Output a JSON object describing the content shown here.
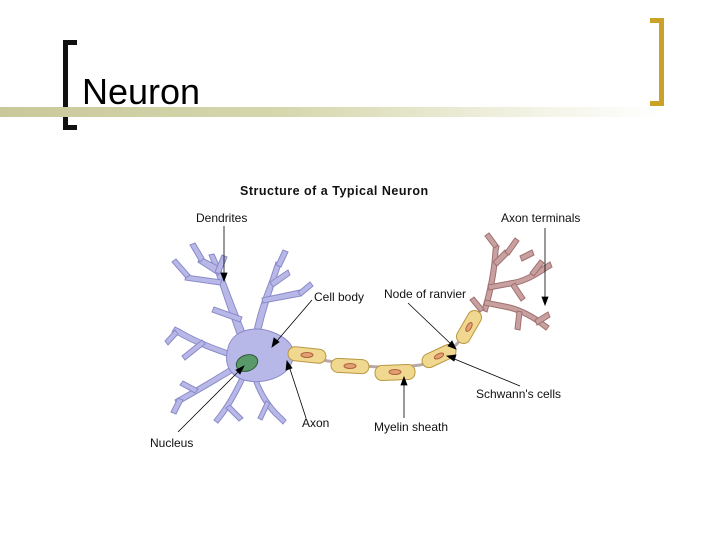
{
  "slide": {
    "title": "Neuron"
  },
  "diagram": {
    "title": "Structure of a Typical Neuron",
    "labels": {
      "dendrites": "Dendrites",
      "axon_terminals": "Axon terminals",
      "cell_body": "Cell body",
      "node_of_ranvier": "Node of ranvier",
      "schwanns_cells": "Schwann's cells",
      "axon": "Axon",
      "myelin_sheath": "Myelin sheath",
      "nucleus": "Nucleus"
    }
  },
  "colors": {
    "cell_body": "#b8b8e8",
    "nucleus": "#5a9a6a",
    "myelin": "#f0d890",
    "terminals": "#c8a0a0",
    "bracket_left": "#111111",
    "bracket_right": "#c9a227"
  }
}
